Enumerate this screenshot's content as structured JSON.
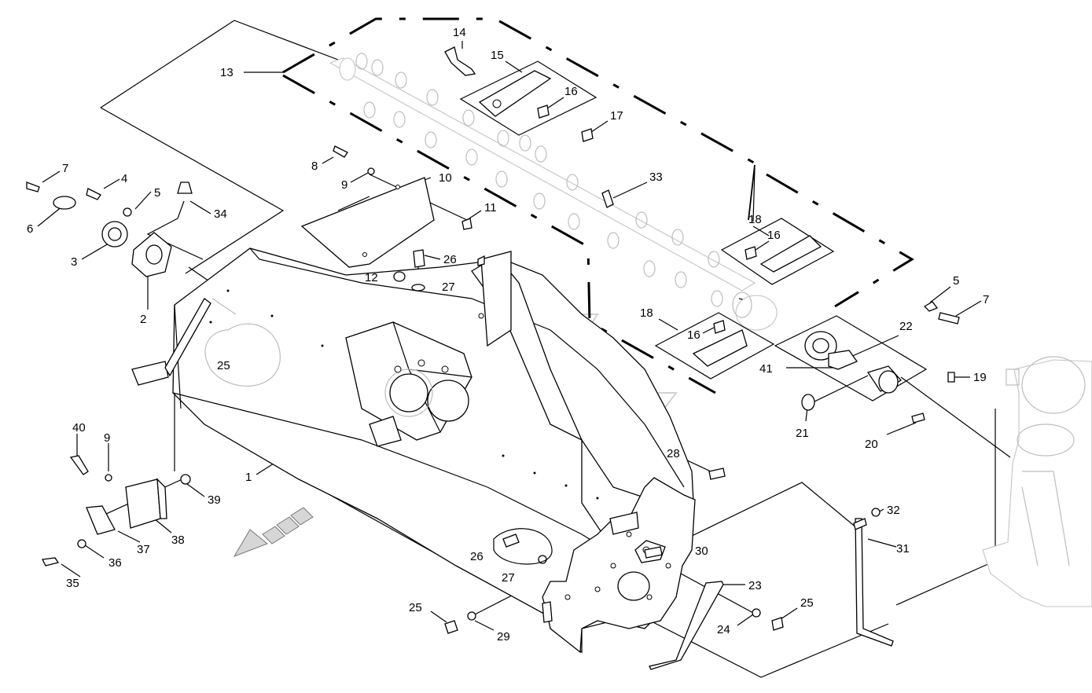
{
  "callouts": [
    {
      "id": "c1",
      "text": "1"
    },
    {
      "id": "c2",
      "text": "2"
    },
    {
      "id": "c3",
      "text": "3"
    },
    {
      "id": "c4",
      "text": "4"
    },
    {
      "id": "c5a",
      "text": "5"
    },
    {
      "id": "c5b",
      "text": "5"
    },
    {
      "id": "c6",
      "text": "6"
    },
    {
      "id": "c7a",
      "text": "7"
    },
    {
      "id": "c7b",
      "text": "7"
    },
    {
      "id": "c8",
      "text": "8"
    },
    {
      "id": "c9a",
      "text": "9"
    },
    {
      "id": "c9b",
      "text": "9"
    },
    {
      "id": "c10",
      "text": "10"
    },
    {
      "id": "c11",
      "text": "11"
    },
    {
      "id": "c12",
      "text": "12"
    },
    {
      "id": "c13",
      "text": "13"
    },
    {
      "id": "c14",
      "text": "14"
    },
    {
      "id": "c15",
      "text": "15"
    },
    {
      "id": "c16a",
      "text": "16"
    },
    {
      "id": "c16b",
      "text": "16"
    },
    {
      "id": "c16c",
      "text": "16"
    },
    {
      "id": "c17",
      "text": "17"
    },
    {
      "id": "c18a",
      "text": "18"
    },
    {
      "id": "c18b",
      "text": "18"
    },
    {
      "id": "c19",
      "text": "19"
    },
    {
      "id": "c20",
      "text": "20"
    },
    {
      "id": "c21",
      "text": "21"
    },
    {
      "id": "c22",
      "text": "22"
    },
    {
      "id": "c23",
      "text": "23"
    },
    {
      "id": "c24",
      "text": "24"
    },
    {
      "id": "c25a",
      "text": "25"
    },
    {
      "id": "c25b",
      "text": "25"
    },
    {
      "id": "c25c",
      "text": "25"
    },
    {
      "id": "c26a",
      "text": "26"
    },
    {
      "id": "c26b",
      "text": "26"
    },
    {
      "id": "c27a",
      "text": "27"
    },
    {
      "id": "c27b",
      "text": "27"
    },
    {
      "id": "c28",
      "text": "28"
    },
    {
      "id": "c29",
      "text": "29"
    },
    {
      "id": "c30",
      "text": "30"
    },
    {
      "id": "c31",
      "text": "31"
    },
    {
      "id": "c32",
      "text": "32"
    },
    {
      "id": "c33",
      "text": "33"
    },
    {
      "id": "c34",
      "text": "34"
    },
    {
      "id": "c35",
      "text": "35"
    },
    {
      "id": "c36",
      "text": "36"
    },
    {
      "id": "c37",
      "text": "37"
    },
    {
      "id": "c38",
      "text": "38"
    },
    {
      "id": "c39",
      "text": "39"
    },
    {
      "id": "c40",
      "text": "40"
    },
    {
      "id": "c41",
      "text": "41"
    }
  ],
  "colors": {
    "line": "#000000",
    "ghost": "#c4c4c4",
    "watermark": "#d2d2d2",
    "background": "#ffffff"
  }
}
